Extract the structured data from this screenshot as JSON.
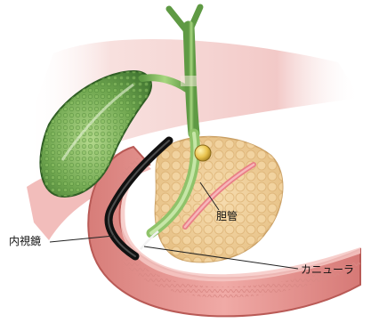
{
  "labels": {
    "endoscope": "内視鏡",
    "bile_duct": "胆管",
    "cannula": "カニューラ"
  },
  "colors": {
    "background_tissue": "#f2c9c6",
    "stomach_wall": "#e59b98",
    "gallbladder": "#6fa64f",
    "bile_duct": "#8fc36a",
    "pancreas": "#f2d49a",
    "duodenum": "#eea09c",
    "duodenum_inner": "#f5c5c1",
    "endoscope": "#1a1a1a",
    "stone": "#e8c24c",
    "leader_lines": "#222222"
  },
  "icons": {
    "endoscope": "black-flexible-tube",
    "cannula": "thin-catheter-line",
    "stone": "yellow-gallstone"
  }
}
